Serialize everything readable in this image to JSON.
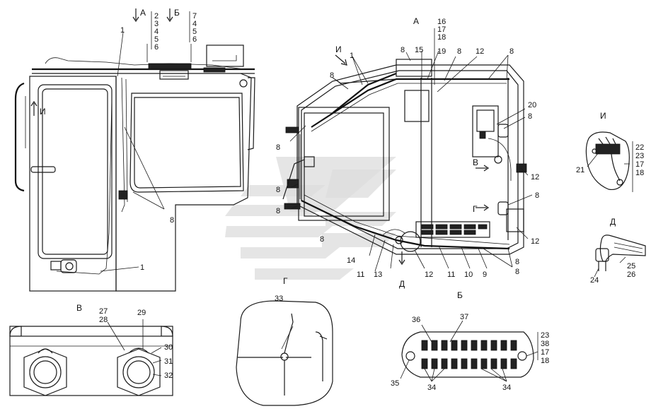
{
  "views": {
    "a_top": "А",
    "b_top": "Б",
    "a_right": "А",
    "i_arrow": "И",
    "i_left": "И",
    "i_detail": "И",
    "v_detail": "В",
    "g_detail": "Г",
    "d_detail": "Д",
    "b_detail": "Б",
    "v_arrow": "В",
    "g_arrow": "Г",
    "d_arrow": "Д"
  },
  "callouts": {
    "c1a": "1",
    "c1b": "1",
    "c1c": "1",
    "s2": [
      "2",
      "3",
      "4",
      "5",
      "6"
    ],
    "s7": [
      "7",
      "4",
      "5",
      "6"
    ],
    "c8a": "8",
    "s16": [
      "16",
      "17",
      "18"
    ],
    "c8b": "8",
    "c15": "15",
    "c19": "19",
    "c8c": "8",
    "c12a": "12",
    "c8d": "8",
    "c8e": "8",
    "c8f": "8",
    "c8g": "8",
    "c8h": "8",
    "c20": "20",
    "c8i": "8",
    "c12b": "12",
    "c8j": "8",
    "c12c": "12",
    "c8k": "8",
    "c8l": "8",
    "c14": "14",
    "c11a": "11",
    "c13": "13",
    "c12d": "12",
    "c11b": "11",
    "c10": "10",
    "c9": "9",
    "c21": "21",
    "s22": [
      "22",
      "23",
      "17",
      "18"
    ],
    "c24": "24",
    "s25": [
      "25",
      "26"
    ],
    "c27": "27",
    "c28": "28",
    "c29": "29",
    "c30": "30",
    "c31": "31",
    "c32": "32",
    "c33": "33",
    "c36": "36",
    "c37": "37",
    "s23": [
      "23",
      "38",
      "17",
      "18"
    ],
    "c35": "35",
    "c34a": "34",
    "c34b": "34"
  }
}
